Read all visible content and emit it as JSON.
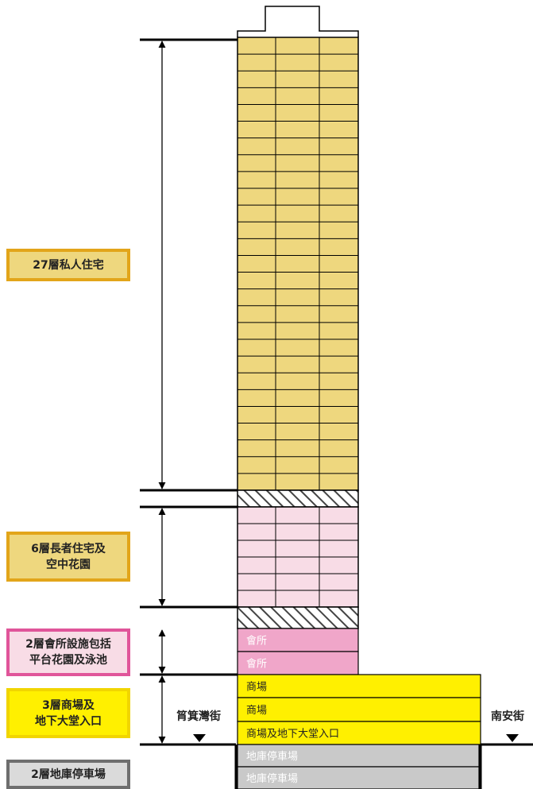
{
  "callouts": {
    "residential": "27層私人住宅",
    "elderly": "6層長者住宅及\n空中花園",
    "clubhouse": "2層會所設施包括\n平台花園及泳池",
    "retail": "3層商場及\n地下大堂入口",
    "parking": "2層地庫停車場"
  },
  "streets": {
    "left": "筲箕灣街",
    "right": "南安街"
  },
  "floor_labels": {
    "clubhouse_upper": "會所",
    "clubhouse_lower": "會所",
    "mall_3": "商場",
    "mall_2": "商場",
    "mall_1": "商場及地下大堂入口",
    "basement_1": "地庫停車場",
    "basement_2": "地庫停車場"
  },
  "colors": {
    "residential_fill": "#EED77E",
    "elderly_fill": "#F8DCE6",
    "clubhouse_fill": "#F0A6C9",
    "retail_fill": "#FFF000",
    "parking_fill": "#C9C9C9",
    "residential_border": "#E2A51A",
    "elderly_border": "#E2A51A",
    "clubhouse_border": "#E0559A",
    "retail_border": "#F1D500",
    "parking_border": "#6E6E6E"
  }
}
